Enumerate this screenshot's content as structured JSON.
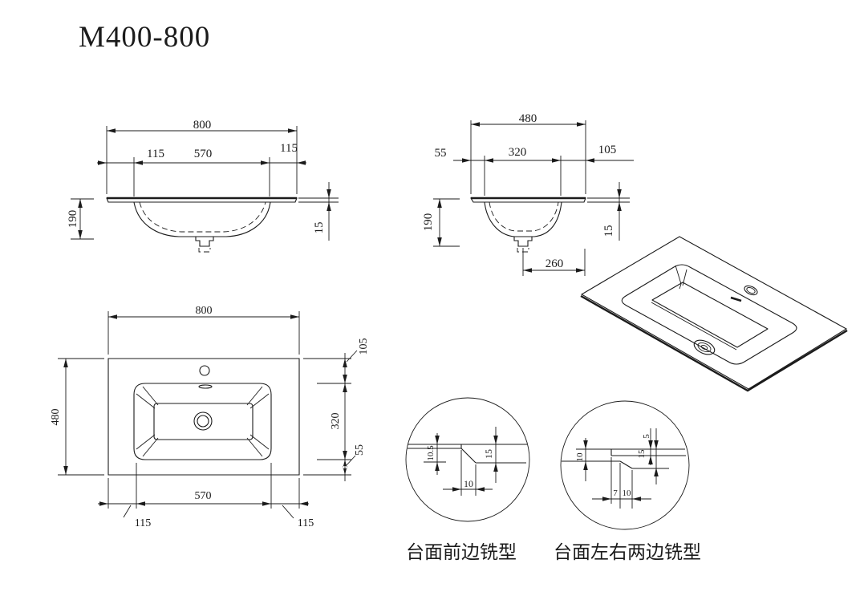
{
  "title": "M400-800",
  "front_view": {
    "dim_overall_width": "800",
    "dim_left_offset": "115",
    "dim_basin_width": "570",
    "dim_right_offset": "115",
    "dim_height": "190",
    "dim_top_thickness": "15"
  },
  "side_view": {
    "dim_overall_depth": "480",
    "dim_front_offset": "55",
    "dim_basin_depth": "320",
    "dim_back_offset": "105",
    "dim_height": "190",
    "dim_top_thickness": "15",
    "dim_drain_to_edge": "260"
  },
  "plan_view": {
    "dim_overall_width": "800",
    "dim_overall_depth": "480",
    "dim_back_offset": "105",
    "dim_basin_depth": "320",
    "dim_front_offset": "55",
    "dim_basin_width": "570",
    "dim_left_offset": "115",
    "dim_right_offset": "115"
  },
  "detail_front_edge": {
    "caption": "台面前边铣型",
    "dim_edge_depth": "10.5",
    "dim_total_thickness": "15",
    "dim_step_width": "10"
  },
  "detail_side_edge": {
    "caption": "台面左右两边铣型",
    "dim_groove_depth": "10",
    "dim_lip_thickness": "5",
    "dim_total_thickness": "15",
    "dim_step_a": "7",
    "dim_step_b": "10"
  },
  "colors": {
    "line": "#1b1b1b",
    "background": "#ffffff"
  }
}
